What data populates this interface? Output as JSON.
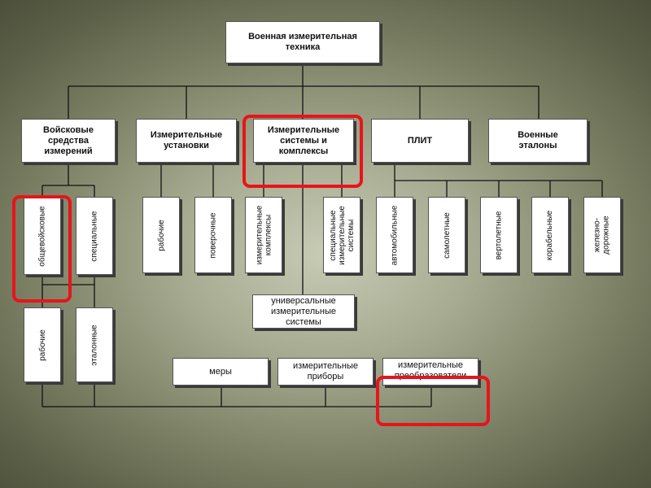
{
  "root": "Военная измерительная\nтехника",
  "top_nodes": {
    "voiskovye": "Войсковые\nсредства\nизмерений",
    "ustanovki": "Измерительные\nустановки",
    "sistemy": "Измерительные\nсистемы и\nкомплексы",
    "plit": "ПЛИТ",
    "etalony": "Военные\nэталоны"
  },
  "vertical_nodes": {
    "obshchevoiskovye": "общевойсковые",
    "spetsialnye": "специальные",
    "rabochie_1": "рабочие",
    "poverochnye": "поверочные",
    "izm_kompleksy": "измерительные\nкомплексы",
    "spets_izm_sistemy": "специальные\nизмерительные\nсистемы",
    "avtomobilnye": "автомобильные",
    "samoletnye": "самолетные",
    "vertoletnye": "вертолетные",
    "korabelnye": "корабельные",
    "zheleznodorozhnye": "железно-\nдорожные",
    "rabochie_2": "рабочие",
    "etalonnye": "эталонные"
  },
  "universal": "универсальные\nизмерительные\nсистемы",
  "bottom_nodes": {
    "mery": "меры",
    "pribory": "измерительные\nприборы",
    "preobrazovateli": "измерительные\nпреобразователи"
  },
  "colors": {
    "highlight": "#e8141b",
    "line": "#111111",
    "box": "#ffffff"
  }
}
